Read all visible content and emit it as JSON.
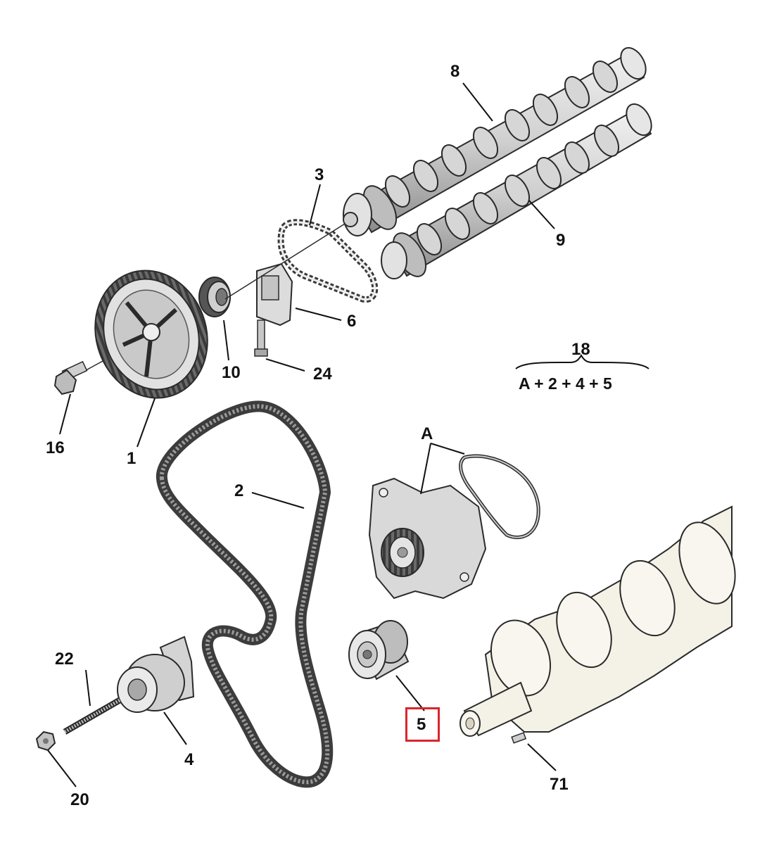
{
  "callouts": {
    "c1": "1",
    "c2": "2",
    "c3": "3",
    "c4": "4",
    "c5": "5",
    "c6": "6",
    "c8": "8",
    "c9": "9",
    "c10": "10",
    "c16": "16",
    "c20": "20",
    "c22": "22",
    "c24": "24",
    "c71": "71",
    "cA": "A"
  },
  "kit": {
    "number": "18",
    "formula": "A + 2 + 4 + 5"
  },
  "highlight": {
    "part": "5",
    "color": "#d9262c"
  },
  "colors": {
    "part_fill": "#e4e4e4",
    "part_shade": "#a8a8a8",
    "outline": "#2a2a2a",
    "belt": "#5a5a5a",
    "crank_fill": "#f4f1e6"
  }
}
